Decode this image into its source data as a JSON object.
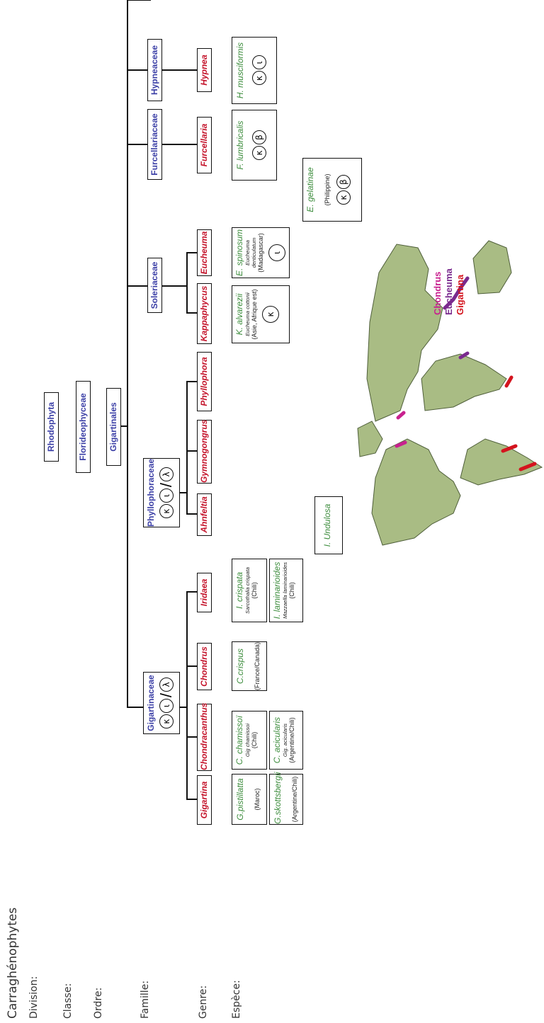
{
  "title": "Carraghénophytes",
  "row_labels": {
    "division": "Division:",
    "classe": "Classe:",
    "ordre": "Ordre:",
    "famille": "Famille:",
    "genre": "Genre:",
    "espece": "Espèce:"
  },
  "division": "Rhodophyta",
  "classe": "Florideophyceae",
  "ordre": "Gigartinales",
  "families": {
    "gigartinaceae": {
      "name": "Gigartinaceae",
      "syms": [
        "κ",
        "ι",
        "λ"
      ]
    },
    "phyllophoraceae": {
      "name": "Phyllophoraceae",
      "syms": [
        "κ",
        "ι",
        "λ"
      ]
    },
    "soleriaceae": {
      "name": "Soleriaceae"
    },
    "furcellariaceae": {
      "name": "Furcellariaceae"
    },
    "hypneaceae": {
      "name": "Hypneaceae"
    }
  },
  "genera": {
    "gigartina": "Gigartina",
    "chondracanthus": "Chondracanthus",
    "chondrus": "Chondrus",
    "iridaea": "Iridaea",
    "ahnfeltia": "Ahnfeltia",
    "gymnogongrus": "Gymnogongrus",
    "phyllophora": "Phyllophora",
    "kappaphycus": "Kappaphycus",
    "eucheuma": "Eucheuma",
    "furcellaria": "Furcellaria",
    "hypnea": "Hypnea"
  },
  "species": {
    "g_pistillatta": {
      "name": "G.pistillatta",
      "loc": "(Maroc)"
    },
    "g_skottsbergii": {
      "name": "G.skottsbergii",
      "loc": "(Argentine/Chili)"
    },
    "c_chamissoi": {
      "name": "C. chamissoï",
      "syn": "Gig chamissoi",
      "loc": "(Chili)"
    },
    "c_acicularis": {
      "name": "C. acicularis",
      "syn": "Gig. acicularis",
      "loc": "(Argentine/Chili)"
    },
    "c_crispus": {
      "name": "C.crispus",
      "loc": "(France/Canada)"
    },
    "i_crispata": {
      "name": "I. crispata",
      "syn": "Sarcothalia crispata",
      "loc": "(Chili)"
    },
    "i_laminarioides": {
      "name": "I. laminarioides",
      "syn": "Mazzaella laminarioides",
      "loc": "(Chili)"
    },
    "i_undulosa": {
      "name": "I. Undulosa"
    },
    "k_alvarezii": {
      "name": "K. alvarezii",
      "syn": "Eucheuma cottonii",
      "loc": "(Asie, Afrique est)",
      "syms": [
        "κ"
      ]
    },
    "e_spinosum": {
      "name": "E. spinosum",
      "syn": "Eucheuma denticulatum",
      "loc": "(Madagascar)",
      "syms": [
        "ι"
      ]
    },
    "e_gelatinae": {
      "name": "E. gelatinae",
      "loc": "(Philippine)",
      "syms": [
        "κ",
        "β"
      ]
    },
    "f_lumbricalis": {
      "name": "F. lumbricalis",
      "syms": [
        "κ",
        "β"
      ]
    },
    "h_musciformis": {
      "name": "H. musciformis",
      "syms": [
        "κ",
        "ι"
      ]
    }
  },
  "legend": {
    "chondrus": "Chondrus",
    "eucheuma": "Eucheuma",
    "gigartina": "Gigartina"
  },
  "colors": {
    "family": "#3b3fa6",
    "genus": "#c4142b",
    "species": "#3c8c3c",
    "land": "#a9bc84",
    "chondrus": "#c8218f",
    "eucheuma": "#7a2a8e",
    "gigartina": "#d4141e"
  }
}
